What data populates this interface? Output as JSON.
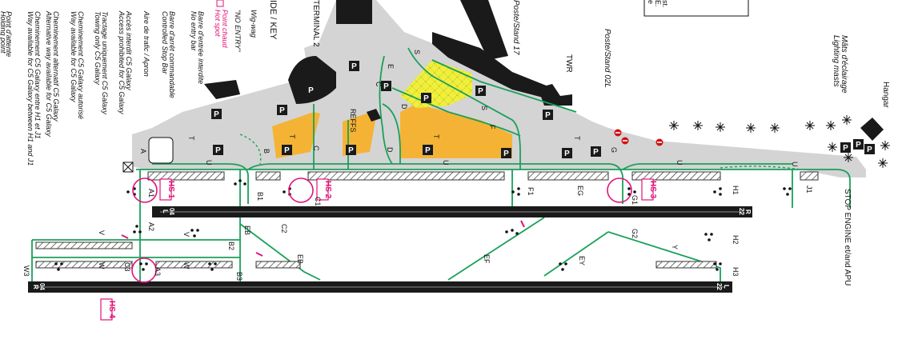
{
  "legend": {
    "title": "IDE / KEY",
    "wigwag": "Wig-wag",
    "no_entry": "\"NO ENTRY\"",
    "hotspot_fr": "Point chaud",
    "hotspot_en": "Hot spot",
    "barre_entree": "Barre d'entrée interdite",
    "no_entry_bar": "No entry bar",
    "barre_arret": "Barre d'arrêt commandable",
    "controlled_stop": "Controlled Stop Bar",
    "aire_trafic": "Aire de trafic / Apron",
    "acces_interdit": "Accès interdit C5 Galaxy",
    "access_prohibited": "Access prohibited for C5 Galaxy",
    "tractage": "Tractage uniquement C5 Galaxy",
    "towing": "Towing only C5 Galaxy",
    "chem_autorise": "Cheminement C5 Galaxy autorisé",
    "way_available": "Way available for C5 Galaxy",
    "chem_alt": "Cheminement alternatif C5 Galaxy",
    "alt_way": "Alternative way available for C5 Galaxy",
    "chem_h1j1": "Cheminement C5 Galaxy entre H1 et J1",
    "way_h1j1": "Way available for C5 Galaxy between H1 and J1",
    "point_attente": "Point d'attente",
    "holding_point": "Holding point"
  },
  "top_right_box": {
    "line1": "st.",
    "line2": "E.",
    "line3": "e"
  },
  "places": {
    "terminal2": "TERMINAL 2",
    "poste17": "Poste/Stand 17",
    "poste02l": "Poste/Stand 02L",
    "twr": "TWR",
    "mats_fr": "Mâts d'éclairage",
    "mats_en": "Lighting masts",
    "hangar": "Hangar",
    "stop_engine": "STOP ENGINE et/and APU",
    "reffs": "REFFS"
  },
  "parking": "P",
  "runways": {
    "r1_left_num": "04",
    "r1_left_side": "L",
    "r1_right_num": "22",
    "r1_right_side": "R",
    "r2_left_num": "04",
    "r2_left_side": "R",
    "r2_right_num": "22",
    "r2_right_side": "L"
  },
  "hotspots": {
    "hs1": "HS 1",
    "hs2": "HS 2",
    "hs3": "HS 3",
    "hs4": "HS 4"
  },
  "taxiways": {
    "A": "A",
    "A1": "A1",
    "A2": "A2",
    "A3": "A3",
    "B": "B",
    "B1": "B1",
    "B2": "B2",
    "B3": "B3",
    "C": "C",
    "C1": "C1",
    "C2": "C2",
    "C3": "C3",
    "D": "D",
    "E": "E",
    "EB": "EB",
    "EF": "EF",
    "EG": "EG",
    "EY": "EY",
    "F": "F",
    "F1": "F1",
    "G": "G",
    "G1": "G1",
    "G2": "G2",
    "H1": "H1",
    "H2": "H2",
    "H3": "H3",
    "J1": "J1",
    "S": "S",
    "T": "T",
    "U": "U",
    "V": "V",
    "W": "W",
    "W3": "W3",
    "Y": "Y"
  },
  "colors": {
    "taxiway_line": "#1aa05a",
    "apron": "#d4d4d4",
    "runway": "#1a1a1a",
    "hatch_zone": "#f5b335",
    "grid_zone": "#f2ee3a",
    "hotspot": "#e0137a",
    "no_entry": "#d01010"
  }
}
